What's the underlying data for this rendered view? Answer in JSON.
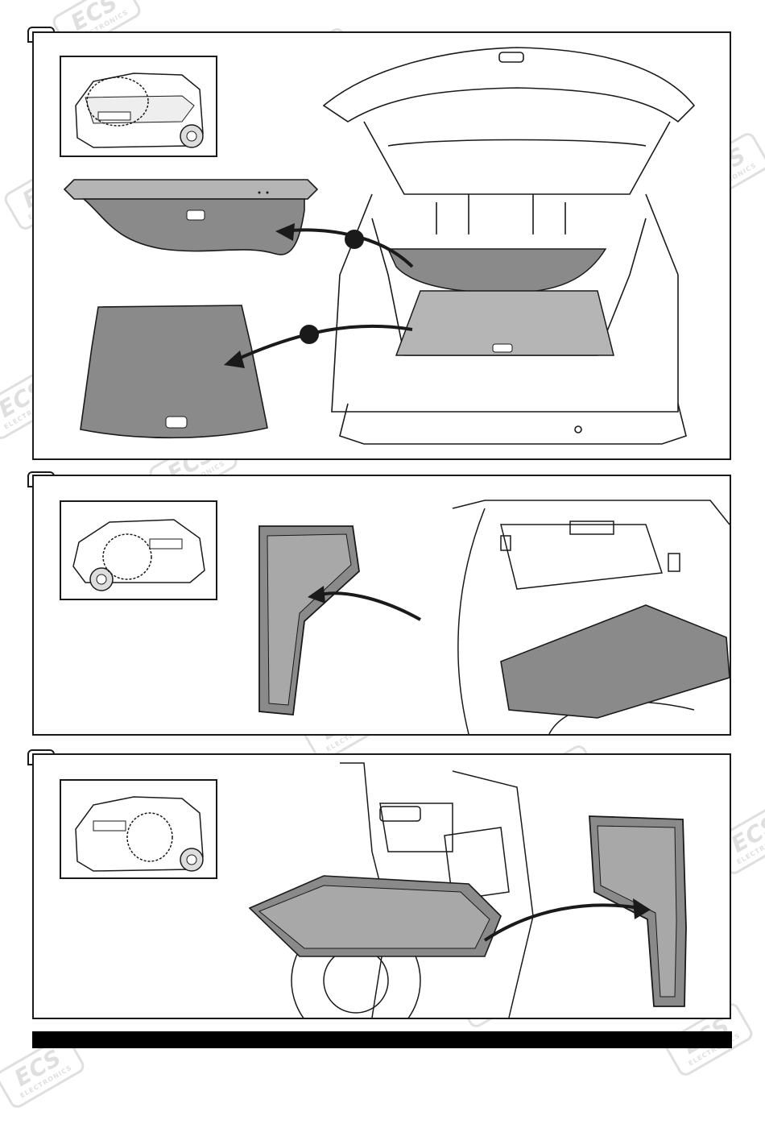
{
  "document": {
    "brand_watermark": "ECS",
    "brand_watermark_sub": "ELECTRONICS",
    "steps": [
      {
        "id": 1,
        "description_icons": [
          "car-rear-thumbnail",
          "cargo-cover",
          "cargo-floor-mat",
          "numbered-bullet-1",
          "numbered-bullet-2"
        ]
      },
      {
        "id": 2,
        "description_icons": [
          "car-side-thumbnail",
          "left-side-storage-tray"
        ]
      },
      {
        "id": 3,
        "description_icons": [
          "car-rear-thumbnail",
          "right-side-storage-tray"
        ]
      }
    ],
    "colors": {
      "line": "#1a1a1a",
      "part_fill": "#8a8a8a",
      "part_fill_light": "#b5b5b5",
      "footer": "#000000"
    }
  }
}
